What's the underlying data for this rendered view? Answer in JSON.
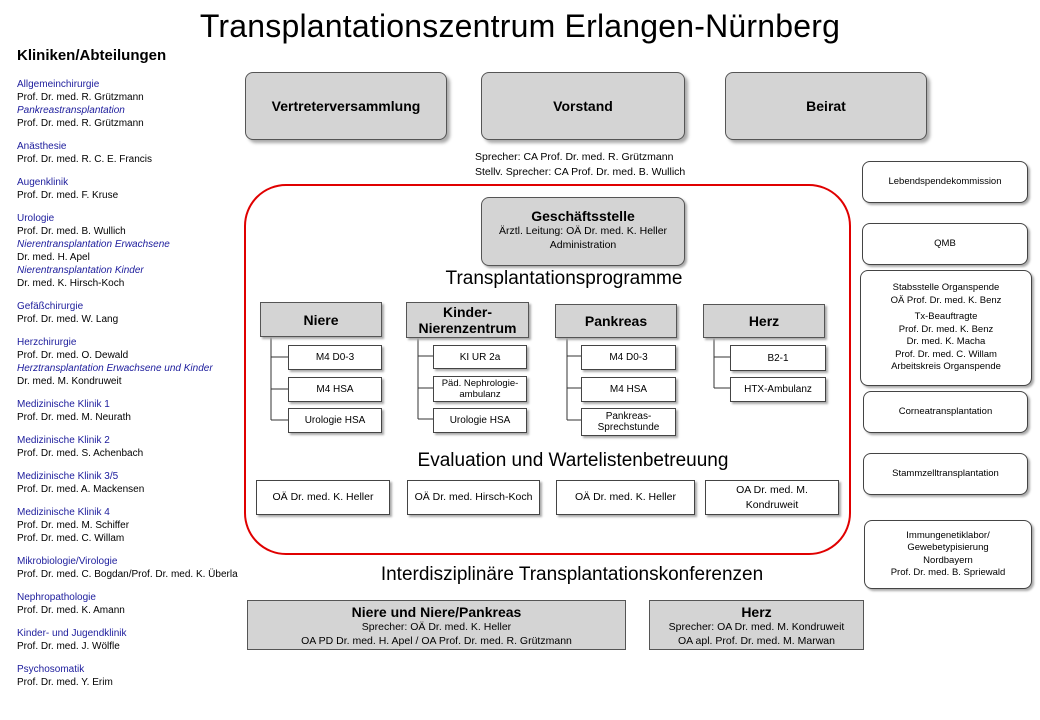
{
  "title": "Transplantationszentrum Erlangen-Nürnberg",
  "sidebar": {
    "heading": "Kliniken/Abteilungen",
    "groups": [
      {
        "dept": "Allgemeinchirurgie",
        "lines": [
          {
            "t": "Prof. Dr. med. R. Grützmann",
            "k": "person"
          },
          {
            "t": "Pankreastransplantation",
            "k": "sub"
          },
          {
            "t": "Prof. Dr. med. R. Grützmann",
            "k": "person"
          }
        ]
      },
      {
        "dept": "Anästhesie",
        "lines": [
          {
            "t": "Prof. Dr. med. R. C. E. Francis",
            "k": "person"
          }
        ]
      },
      {
        "dept": "Augenklinik",
        "lines": [
          {
            "t": "Prof. Dr. med. F. Kruse",
            "k": "person"
          }
        ]
      },
      {
        "dept": "Urologie",
        "lines": [
          {
            "t": "Prof. Dr. med. B. Wullich",
            "k": "person"
          },
          {
            "t": "Nierentransplantation Erwachsene",
            "k": "sub"
          },
          {
            "t": "Dr. med. H. Apel",
            "k": "person"
          },
          {
            "t": "Nierentransplantation Kinder",
            "k": "sub"
          },
          {
            "t": "Dr. med. K. Hirsch-Koch",
            "k": "person"
          }
        ]
      },
      {
        "dept": "Gefäßchirurgie",
        "lines": [
          {
            "t": "Prof. Dr. med. W. Lang",
            "k": "person"
          }
        ]
      },
      {
        "dept": "Herzchirurgie",
        "lines": [
          {
            "t": "Prof. Dr. med. O. Dewald",
            "k": "person"
          },
          {
            "t": "Herztransplantation Erwachsene und Kinder",
            "k": "sub"
          },
          {
            "t": "Dr. med. M. Kondruweit",
            "k": "person"
          }
        ]
      },
      {
        "dept": "Medizinische Klinik 1",
        "lines": [
          {
            "t": "Prof. Dr. med. M. Neurath",
            "k": "person"
          }
        ]
      },
      {
        "dept": "Medizinische Klinik 2",
        "lines": [
          {
            "t": "Prof. Dr. med. S. Achenbach",
            "k": "person"
          }
        ]
      },
      {
        "dept": "Medizinische Klinik 3/5",
        "lines": [
          {
            "t": "Prof. Dr. med. A. Mackensen",
            "k": "person"
          }
        ]
      },
      {
        "dept": "Medizinische Klinik 4",
        "lines": [
          {
            "t": "Prof. Dr. med. M. Schiffer",
            "k": "person"
          },
          {
            "t": "Prof. Dr. med. C. Willam",
            "k": "person"
          }
        ]
      },
      {
        "dept": "Mikrobiologie/Virologie",
        "lines": [
          {
            "t": "Prof. Dr. med. C. Bogdan/Prof. Dr. med. K. Überla",
            "k": "person"
          }
        ]
      },
      {
        "dept": "Nephropathologie",
        "lines": [
          {
            "t": "Prof. Dr. med. K. Amann",
            "k": "person"
          }
        ]
      },
      {
        "dept": "Kinder- und Jugendklinik",
        "lines": [
          {
            "t": "Prof. Dr. med. J. Wölfle",
            "k": "person"
          }
        ]
      },
      {
        "dept": "Psychosomatik",
        "lines": [
          {
            "t": "Prof. Dr. med. Y. Erim",
            "k": "person"
          }
        ]
      }
    ]
  },
  "top": {
    "vertreter": "Vertreterversammlung",
    "vorstand": "Vorstand",
    "beirat": "Beirat",
    "sprecher": "Sprecher: CA Prof. Dr. med. R. Grützmann",
    "stellv": "Stellv. Sprecher: CA Prof. Dr. med. B. Wullich"
  },
  "geschaeftsstelle": {
    "title": "Geschäftsstelle",
    "line1": "Ärztl. Leitung: OÄ Dr. med. K. Heller",
    "line2": "Administration"
  },
  "programme_title": "Transplantationsprogramme",
  "programs": {
    "niere": {
      "name": "Niere",
      "subs": [
        "M4 D0-3",
        "M4 HSA",
        "Urologie HSA"
      ]
    },
    "kinder": {
      "name": "Kinder-\nNierenzentrum",
      "subs": [
        "KI UR 2a",
        "Päd. Nephrologie-\nambulanz",
        "Urologie HSA"
      ]
    },
    "pankreas": {
      "name": "Pankreas",
      "subs": [
        "M4 D0-3",
        "M4 HSA",
        "Pankreas-\nSprechstunde"
      ]
    },
    "herz": {
      "name": "Herz",
      "subs": [
        "B2-1",
        "HTX-Ambulanz"
      ]
    }
  },
  "evaluation_title": "Evaluation und Wartelistenbetreuung",
  "evaluation": [
    "OÄ Dr. med. K. Heller",
    "OÄ Dr. med. Hirsch-Koch",
    "OÄ Dr. med. K. Heller",
    "OA Dr. med. M.\nKondruweit"
  ],
  "konferenzen_title": "Interdisziplinäre Transplantationskonferenzen",
  "konferenzen": {
    "niere": {
      "title": "Niere und Niere/Pankreas",
      "l1": "Sprecher: OÄ Dr. med. K. Heller",
      "l2": "OA PD Dr. med. H. Apel / OA Prof. Dr. med. R. Grützmann"
    },
    "herz": {
      "title": "Herz",
      "l1": "Sprecher: OA Dr. med. M. Kondruweit",
      "l2": "OA apl. Prof. Dr. med. M. Marwan"
    }
  },
  "right_boxes": {
    "lebend": "Lebendspendekommission",
    "qmb": "QMB",
    "stab": [
      "Stabsstelle Organspende",
      "OÄ Prof. Dr. med. K. Benz",
      "Tx-Beauftragte",
      "Prof. Dr. med. K. Benz",
      "Dr. med. K. Macha",
      "Prof. Dr. med. C. Willam",
      "Arbeitskreis Organspende"
    ],
    "cornea": "Corneatransplantation",
    "stamm": "Stammzelltransplantation",
    "immun": [
      "Immungenetiklabor/",
      "Gewebetypisierung",
      "Nordbayern",
      "Prof. Dr. med. B. Spriewald"
    ]
  }
}
